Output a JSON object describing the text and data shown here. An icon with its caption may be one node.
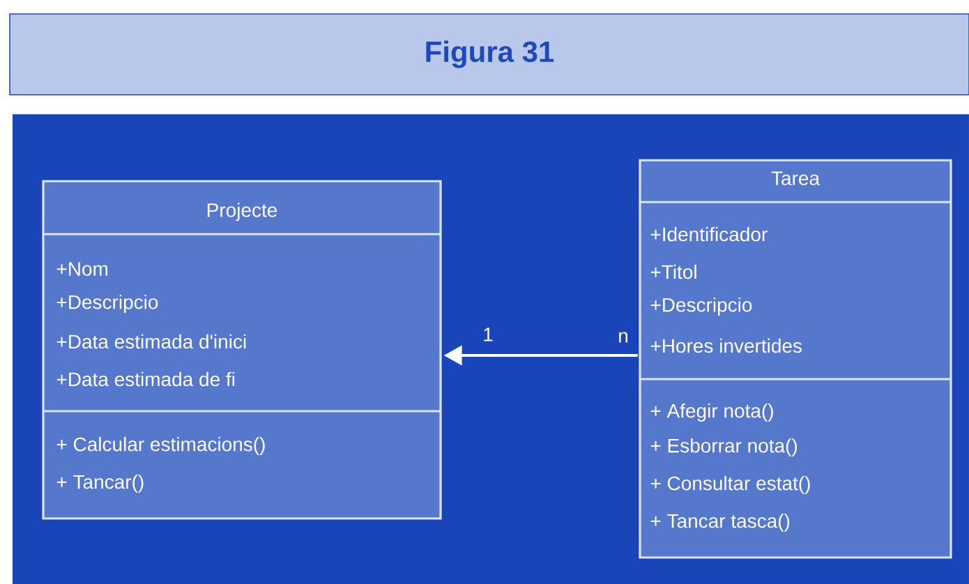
{
  "diagram": {
    "title": "Figura 31",
    "nodes": [
      {
        "text": [
          "Projecte",
          "+Nom",
          "+Descripcio",
          "+Data estimada d'inici",
          "+Data estimada de fi",
          "+ Calcular estimacions()",
          "+ Tancar()"
        ]
      },
      {
        "text": [
          "Tarea",
          "+Identificador",
          "+Titol",
          "+Descripcio",
          "+Hores invertides",
          "+ Afegir nota()",
          "+ Esborrar nota()",
          "+ Consultar estat()",
          "+ Tancar tasca()"
        ]
      }
    ],
    "edges": [
      {
        "from": 1,
        "to": 0,
        "arrow": "to"
      }
    ],
    "labels": [
      "1",
      "n"
    ]
  }
}
